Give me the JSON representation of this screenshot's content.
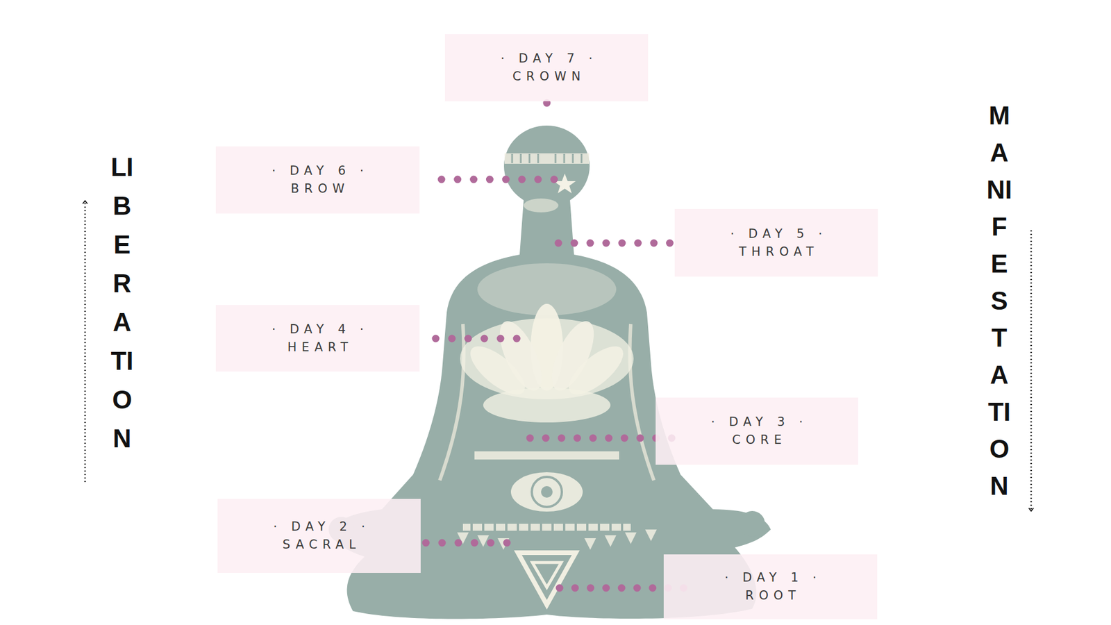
{
  "diagram": {
    "nodes": [
      {
        "text": [
          "· DAY 7 ·",
          "CROWN"
        ]
      },
      {
        "text": [
          "· DAY 6 ·",
          "BROW"
        ]
      },
      {
        "text": [
          "· DAY 5 ·",
          "THROAT"
        ]
      },
      {
        "text": [
          "· DAY 4 ·",
          "HEART"
        ]
      },
      {
        "text": [
          "· DAY 3 ·",
          "CORE"
        ]
      },
      {
        "text": [
          "· DAY 2 ·",
          "SACRAL"
        ]
      },
      {
        "text": [
          "· DAY 1 ·",
          "ROOT"
        ]
      }
    ],
    "labels": [
      "LIBERATION",
      "MANIFESTATION"
    ]
  }
}
